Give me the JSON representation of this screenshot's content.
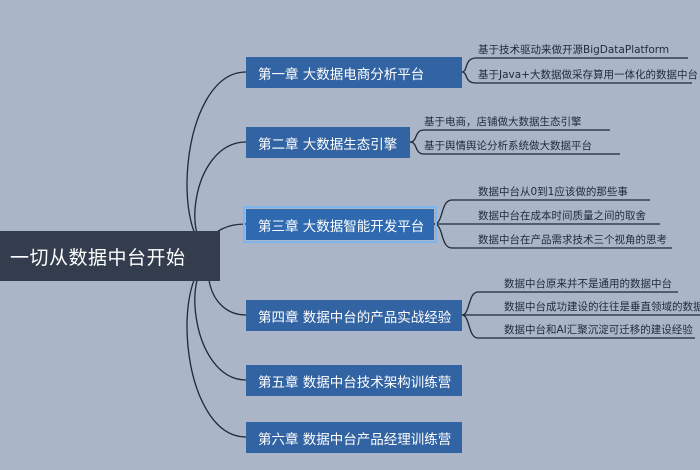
{
  "root": {
    "label": "一切从数据中台开始"
  },
  "chapters": [
    {
      "label": "第一章 大数据电商分析平台",
      "leaves": [
        "基于技术驱动来做开源BigDataPlatform",
        "基于Java+大数据做采存算用一体化的数据中台"
      ]
    },
    {
      "label": "第二章 大数据生态引擎",
      "leaves": [
        "基于电商，店铺做大数据生态引擎",
        "基于舆情舆论分析系统做大数据平台"
      ]
    },
    {
      "label": "第三章 大数据智能开发平台",
      "leaves": [
        "数据中台从0到1应该做的那些事",
        "数据中台在成本时间质量之间的取舍",
        "数据中台在产品需求技术三个视角的思考"
      ]
    },
    {
      "label": "第四章 数据中台的产品实战经验",
      "leaves": [
        "数据中台原来并不是通用的数据中台",
        "数据中台成功建设的往往是垂直领域的数据",
        "数据中台和AI汇聚沉淀可迁移的建设经验"
      ]
    },
    {
      "label": "第五章 数据中台技术架构训练营",
      "leaves": []
    },
    {
      "label": "第六章 数据中台产品经理训练营",
      "leaves": []
    }
  ],
  "colors": {
    "background": "#aab6c7",
    "root": "#333d4d",
    "chapter": "#3263a2",
    "line": "#1f2a38"
  }
}
